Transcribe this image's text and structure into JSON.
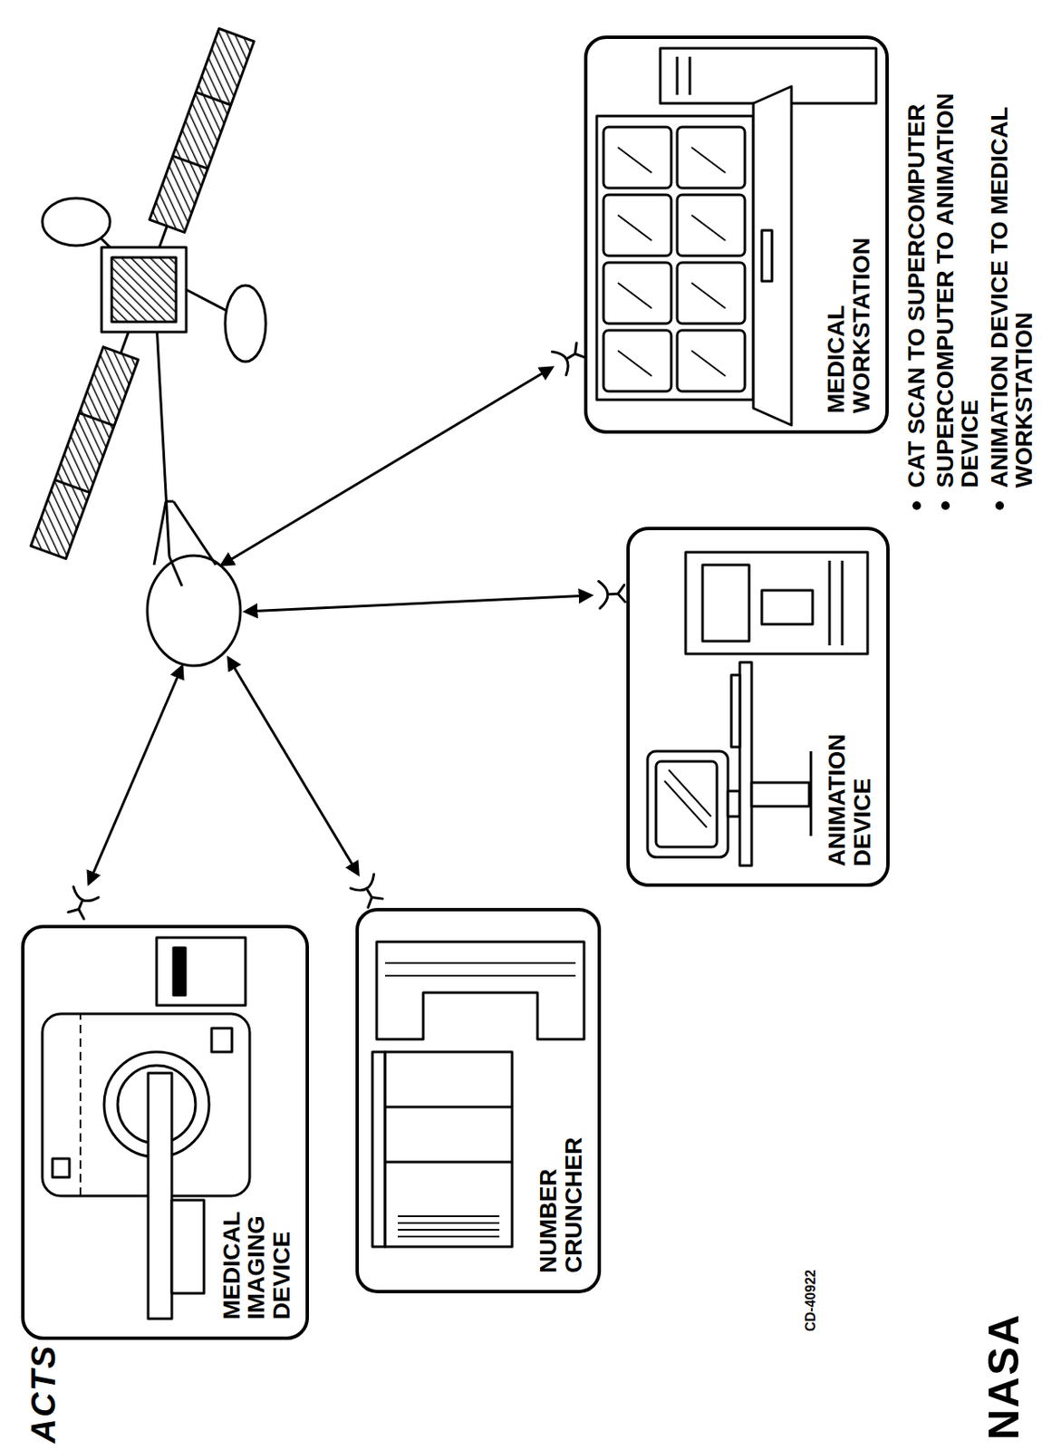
{
  "diagram": {
    "nodes": [
      {
        "text": [
          "MEDICAL IMAGING DEVICE"
        ]
      },
      {
        "text": [
          "NUMBER CRUNCHER"
        ]
      },
      {
        "text": [
          "ANIMATION DEVICE"
        ]
      },
      {
        "text": [
          "MEDICAL WORKSTATION"
        ]
      }
    ],
    "labels": [
      "CAT SCAN TO SUPERCOMPUTER",
      "SUPERCOMPUTER TO ANIMATION DEVICE",
      "ANIMATION DEVICE TO MEDICAL WORKSTATION",
      "CD-40922",
      "ACTS",
      "NASA"
    ]
  }
}
